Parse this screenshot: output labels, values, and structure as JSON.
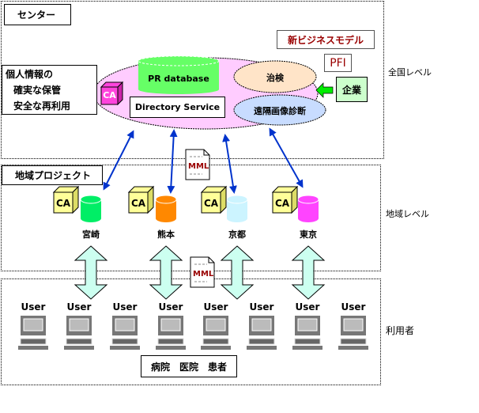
{
  "zones": {
    "national": {
      "title": "センター",
      "side_label": "全国レベル"
    },
    "regional": {
      "title": "地域プロジェクト",
      "side_label": "地域レベル"
    },
    "users": {
      "side_label": "利用者"
    }
  },
  "center": {
    "privacy_lines": [
      "個人情報の",
      "確実な保管",
      "安全な再利用"
    ],
    "database_label": "PR database",
    "directory_label": "Directory Service",
    "ca_label": "CA",
    "service_1": "治検",
    "service_2": "遠隔画像診断",
    "business_model": "新ビジネスモデル",
    "pfi": "PFI",
    "company": "企業"
  },
  "document_label": "MML",
  "regions": [
    {
      "name": "宮崎",
      "ca": "CA",
      "db_color": "#00ee66"
    },
    {
      "name": "熊本",
      "ca": "CA",
      "db_color": "#ff8800"
    },
    {
      "name": "京都",
      "ca": "CA",
      "db_color": "#ccf4ff"
    },
    {
      "name": "東京",
      "ca": "CA",
      "db_color": "#ff44ff"
    }
  ],
  "users": [
    "User",
    "User",
    "User",
    "User",
    "User",
    "User",
    "User",
    "User"
  ],
  "user_types": "病院　医院　患者",
  "colors": {
    "ellipse_pink": "#ffccff",
    "db_green": "#66ff66",
    "ca_magenta": "#ff44dd",
    "ca_yellow": "#ffff99",
    "service_peach": "#ffe4c8",
    "service_blue": "#c8dcff",
    "company_bg": "#ccffcc",
    "arrow_blue": "#0033cc",
    "arrow_cyan": "#ccfff0",
    "arrow_green": "#00ee00",
    "dark_red": "#990000"
  }
}
